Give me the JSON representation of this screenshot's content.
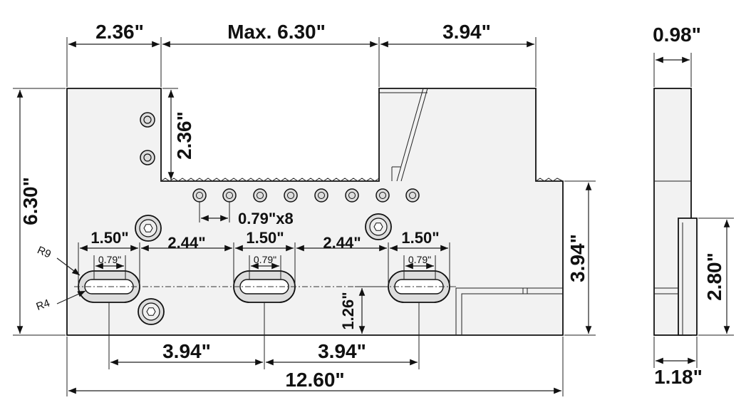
{
  "dimensions": {
    "top_left_width": "2.36\"",
    "max_opening": "Max. 6.30\"",
    "jaw_width": "3.94\"",
    "side_thickness_top": "0.98\"",
    "overall_height": "6.30\"",
    "upper_step_height": "2.36\"",
    "hole_pitch": "0.79\"x8",
    "slot_length_1": "1.50\"",
    "slot_gap_1": "2.44\"",
    "slot_length_2": "1.50\"",
    "slot_gap_2": "2.44\"",
    "slot_length_3": "1.50\"",
    "slot_width_1": "0.79\"",
    "slot_width_2": "0.79\"",
    "slot_width_3": "0.79\"",
    "radius_outer": "R9",
    "radius_inner": "R4",
    "slot_center_height": "1.26\"",
    "base_height": "3.94\"",
    "side_step_height": "2.80\"",
    "slot_spacing_1": "3.94\"",
    "slot_spacing_2": "3.94\"",
    "overall_length": "12.60\"",
    "side_thickness_bottom": "1.18\""
  },
  "colors": {
    "line": "#111111",
    "fill": "#f2f2f2",
    "background": "#ffffff"
  }
}
